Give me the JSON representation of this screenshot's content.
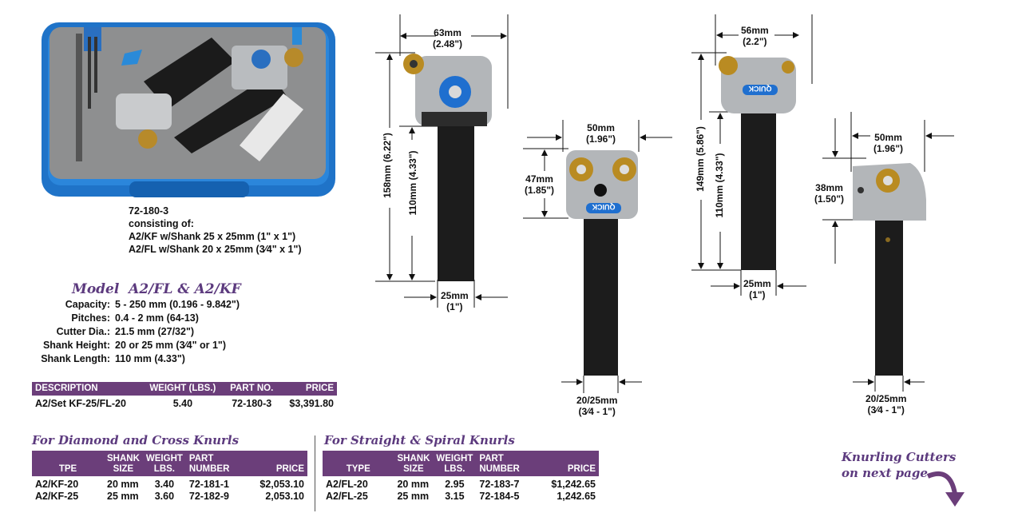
{
  "kit": {
    "part": "72-180-3",
    "consisting": "consisting of:",
    "line1": "A2/KF w/Shank 25 x 25mm (1\" x 1\")",
    "line2": "A2/FL w/Shank 20 x 25mm (3⁄4\" x 1\")"
  },
  "model_title": "Model  A2/FL & A2/KF",
  "specs": [
    {
      "k": "Capacity:",
      "v": "5 - 250 mm (0.196 - 9.842\")"
    },
    {
      "k": "Pitches:",
      "v": "0.4 - 2 mm (64-13)"
    },
    {
      "k": "Cutter Dia.:",
      "v": "21.5 mm (27/32\")"
    },
    {
      "k": "Shank Height:",
      "v": "20 or 25 mm (3⁄4\" or 1\")"
    },
    {
      "k": "Shank Length:",
      "v": "110 mm (4.33\")"
    }
  ],
  "set_table": {
    "headers": [
      "DESCRIPTION",
      "WEIGHT (LBS.)",
      "PART NO.",
      "PRICE"
    ],
    "row": [
      "A2/Set KF-25/FL-20",
      "5.40",
      "72-180-3",
      "$3,391.80"
    ]
  },
  "diamond": {
    "title": "For Diamond and Cross Knurls",
    "headers": [
      "TPE",
      "SHANK SIZE",
      "WEIGHT LBS.",
      "PART NUMBER",
      "PRICE"
    ],
    "rows": [
      [
        "A2/KF-20",
        "20 mm",
        "3.40",
        "72-181-1",
        "$2,053.10"
      ],
      [
        "A2/KF-25",
        "25 mm",
        "3.60",
        "72-182-9",
        "2,053.10"
      ]
    ]
  },
  "straight": {
    "title": "For Straight & Spiral Knurls",
    "headers": [
      "TYPE",
      "SHANK SIZE",
      "WEIGHT LBS.",
      "PART NUMBER",
      "PRICE"
    ],
    "rows": [
      [
        "A2/FL-20",
        "20 mm",
        "2.95",
        "72-183-7",
        "$1,242.65"
      ],
      [
        "A2/FL-25",
        "25 mm",
        "3.15",
        "72-184-5",
        "1,242.65"
      ]
    ]
  },
  "dims": {
    "t1_width": [
      "63mm",
      "(2.48\")"
    ],
    "t1_h1": "158mm (6.22\")",
    "t1_h2": "110mm (4.33\")",
    "t1_shank": [
      "25mm",
      "(1\")"
    ],
    "t2_width": [
      "50mm",
      "(1.96\")"
    ],
    "t2_head": [
      "47mm",
      "(1.85\")"
    ],
    "t2_shank": [
      "20/25mm",
      "(3⁄4 - 1\")"
    ],
    "t3_width": [
      "56mm",
      "(2.2\")"
    ],
    "t3_h1": "149mm (5.86\")",
    "t3_h2": "110mm (4.33\")",
    "t3_shank": [
      "25mm",
      "(1\")"
    ],
    "t4_width": [
      "50mm",
      "(1.96\")"
    ],
    "t4_head": [
      "38mm",
      "(1.50\")"
    ],
    "t4_shank": [
      "20/25mm",
      "(3⁄4 - 1\")"
    ]
  },
  "brand": "QUICK",
  "next_page": [
    "Knurling Cutters",
    "on next page"
  ],
  "colors": {
    "purple": "#6b3e7a",
    "title_purple": "#5c3a7e",
    "case_blue": "#1f73c8"
  }
}
